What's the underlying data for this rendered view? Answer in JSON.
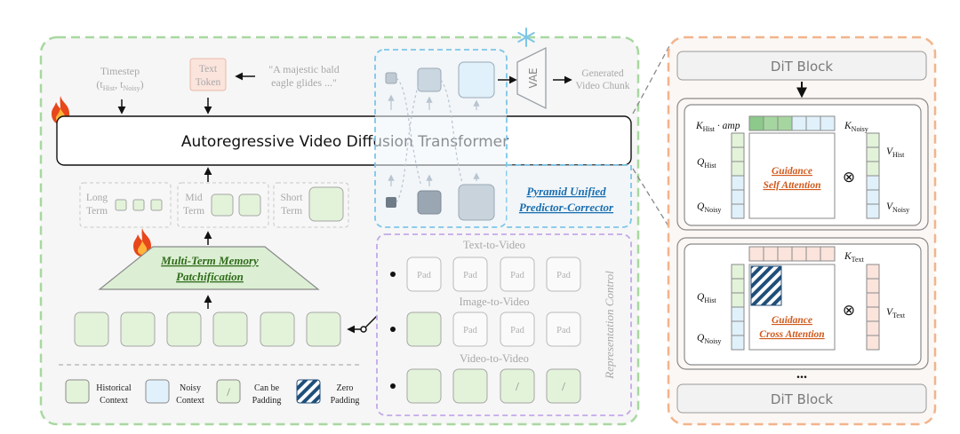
{
  "left": {
    "timestep": {
      "line1": "Timestep",
      "line2": "(t",
      "sub1": "Hist",
      "mid": ", t",
      "sub2": "Noisy",
      "end": ")"
    },
    "text_token": {
      "line1": "Text",
      "line2": "Token"
    },
    "prompt": {
      "line1": "\"A majestic bald",
      "line2": "eagle glides  ...\""
    },
    "transformer_title": "Autoregressive Video Diffusion Transformer",
    "vae_label": "VAE",
    "generated": {
      "line1": "Generated",
      "line2": "Video Chunk"
    },
    "pyramid": {
      "line1": "Pyramid Unified",
      "line2": "Predictor-Corrector"
    },
    "memory_terms": {
      "long": {
        "line1": "Long",
        "line2": "Term"
      },
      "mid": {
        "line1": "Mid",
        "line2": "Term"
      },
      "short": {
        "line1": "Short",
        "line2": "Term"
      }
    },
    "patchify": {
      "line1": "Multi-Term Memory",
      "line2": "Patchification"
    },
    "rep_control": "Representation Control",
    "t2v": {
      "label": "Text-to-Video",
      "cells": [
        "Pad",
        "Pad",
        "Pad",
        "Pad"
      ]
    },
    "i2v": {
      "label": "Image-to-Video",
      "cells": [
        "Pad",
        "Pad",
        "Pad"
      ]
    },
    "v2v": {
      "label": "Video-to-Video",
      "cells": [
        "/",
        "/"
      ]
    },
    "legend": [
      {
        "line1": "Historical",
        "line2": "Context",
        "color": "#e3f3da"
      },
      {
        "line1": "Noisy",
        "line2": "Context",
        "color": "#e0f1fb"
      },
      {
        "line1": "Can be",
        "line2": "Padding",
        "glyph": "/"
      },
      {
        "line1": "Zero",
        "line2": "Padding"
      }
    ]
  },
  "right": {
    "dit_top": "DiT Block",
    "dit_bottom": "DiT Block",
    "ellipsis": "...",
    "self_attn": {
      "k_hist": "K",
      "k_hist_sub": "Hist",
      "k_hist_suffix": " · amp",
      "k_noisy": "K",
      "k_noisy_sub": "Noisy",
      "q_hist": "Q",
      "q_hist_sub": "Hist",
      "q_noisy": "Q",
      "q_noisy_sub": "Noisy",
      "v_hist": "V",
      "v_hist_sub": "Hist",
      "v_noisy": "V",
      "v_noisy_sub": "Noisy",
      "title1": "Guidance",
      "title2": "Self Attention",
      "otimes": "⊗"
    },
    "cross_attn": {
      "k_text": "K",
      "k_text_sub": "Text",
      "q_hist": "Q",
      "q_hist_sub": "Hist",
      "q_noisy": "Q",
      "q_noisy_sub": "Noisy",
      "v_text": "V",
      "v_text_sub": "Text",
      "title1": "Guidance",
      "title2": "Cross Attention",
      "otimes": "⊗"
    }
  },
  "colors": {
    "green_border": "#a8d8a0",
    "hist_fill": "#e3f3da",
    "noisy_fill": "#e0f1fb",
    "blue_dash": "#7cc6e8",
    "purple_dash": "#c3a9e8",
    "orange_dash": "#f2b48c",
    "accent_green_text": "#2f6b1a",
    "accent_blue_text": "#1a6fb0",
    "accent_orange_text": "#d05a1e"
  }
}
